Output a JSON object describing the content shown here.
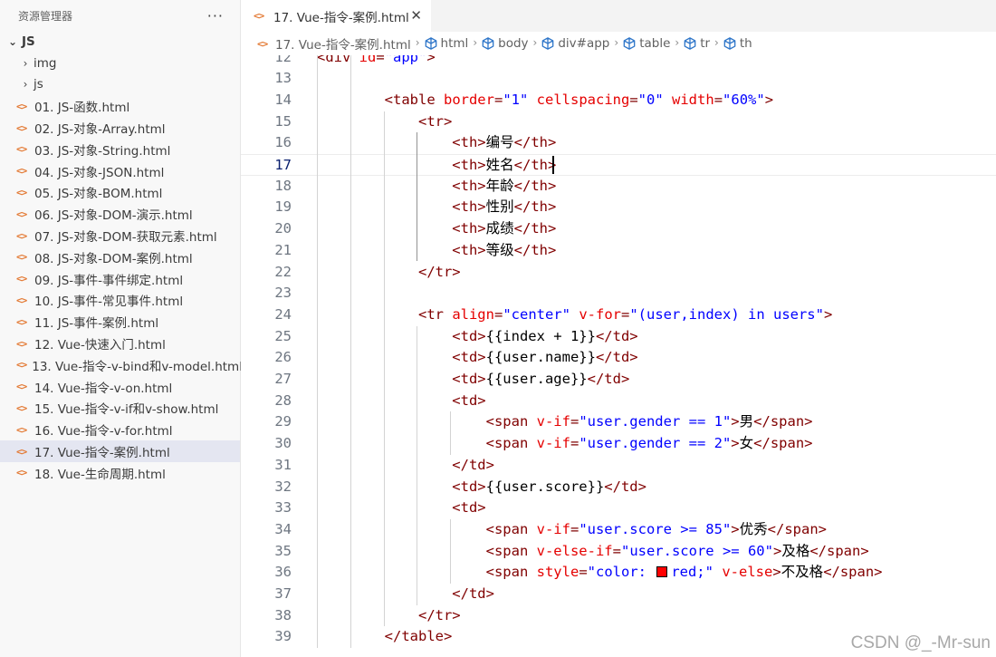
{
  "sidebar": {
    "title": "资源管理器",
    "more_label": "···",
    "root": {
      "chevron": "⌄",
      "label": "JS"
    },
    "folders": [
      {
        "chevron": "›",
        "label": "img"
      },
      {
        "chevron": "›",
        "label": "js"
      }
    ],
    "file_icon_glyph": "<>",
    "files": [
      "01. JS-函数.html",
      "02. JS-对象-Array.html",
      "03. JS-对象-String.html",
      "04. JS-对象-JSON.html",
      "05. JS-对象-BOM.html",
      "06. JS-对象-DOM-演示.html",
      "07. JS-对象-DOM-获取元素.html",
      "08. JS-对象-DOM-案例.html",
      "09. JS-事件-事件绑定.html",
      "10. JS-事件-常见事件.html",
      "11. JS-事件-案例.html",
      "12. Vue-快速入门.html",
      "13. Vue-指令-v-bind和v-model.html",
      "14. Vue-指令-v-on.html",
      "15. Vue-指令-v-if和v-show.html",
      "16. Vue-指令-v-for.html",
      "17. Vue-指令-案例.html",
      "18. Vue-生命周期.html"
    ],
    "selected_file": "17. Vue-指令-案例.html"
  },
  "tab": {
    "label": "17. Vue-指令-案例.html",
    "close": "✕"
  },
  "breadcrumb": {
    "separator": "›",
    "file": "17. Vue-指令-案例.html",
    "symbols": [
      "html",
      "body",
      "div#app",
      "table",
      "tr",
      "th"
    ]
  },
  "editor": {
    "current_line": 17,
    "lines": [
      {
        "n": 12,
        "tokens": [
          [
            "t-tag",
            "<div "
          ],
          [
            "t-attr",
            "id"
          ],
          [
            "t-tag",
            "="
          ],
          [
            "t-val",
            "\"app\""
          ],
          [
            "t-tag",
            ">"
          ]
        ]
      },
      {
        "n": 13,
        "tokens": []
      },
      {
        "n": 14,
        "tokens": [
          [
            "t-tag",
            "        <table "
          ],
          [
            "t-attr",
            "border"
          ],
          [
            "t-tag",
            "="
          ],
          [
            "t-val",
            "\"1\""
          ],
          [
            "t-tag",
            " "
          ],
          [
            "t-attr",
            "cellspacing"
          ],
          [
            "t-tag",
            "="
          ],
          [
            "t-val",
            "\"0\""
          ],
          [
            "t-tag",
            " "
          ],
          [
            "t-attr",
            "width"
          ],
          [
            "t-tag",
            "="
          ],
          [
            "t-val",
            "\"60%\""
          ],
          [
            "t-tag",
            ">"
          ]
        ]
      },
      {
        "n": 15,
        "tokens": [
          [
            "t-tag",
            "            <tr>"
          ]
        ]
      },
      {
        "n": 16,
        "tokens": [
          [
            "t-tag",
            "                <th>"
          ],
          [
            "t-txt",
            "编号"
          ],
          [
            "t-tag",
            "</th>"
          ]
        ]
      },
      {
        "n": 17,
        "tokens": [
          [
            "t-tag",
            "                <th>"
          ],
          [
            "t-txt",
            "姓名"
          ],
          [
            "t-tag",
            "</th>"
          ]
        ]
      },
      {
        "n": 18,
        "tokens": [
          [
            "t-tag",
            "                <th>"
          ],
          [
            "t-txt",
            "年龄"
          ],
          [
            "t-tag",
            "</th>"
          ]
        ]
      },
      {
        "n": 19,
        "tokens": [
          [
            "t-tag",
            "                <th>"
          ],
          [
            "t-txt",
            "性别"
          ],
          [
            "t-tag",
            "</th>"
          ]
        ]
      },
      {
        "n": 20,
        "tokens": [
          [
            "t-tag",
            "                <th>"
          ],
          [
            "t-txt",
            "成绩"
          ],
          [
            "t-tag",
            "</th>"
          ]
        ]
      },
      {
        "n": 21,
        "tokens": [
          [
            "t-tag",
            "                <th>"
          ],
          [
            "t-txt",
            "等级"
          ],
          [
            "t-tag",
            "</th>"
          ]
        ]
      },
      {
        "n": 22,
        "tokens": [
          [
            "t-tag",
            "            </tr>"
          ]
        ]
      },
      {
        "n": 23,
        "tokens": []
      },
      {
        "n": 24,
        "tokens": [
          [
            "t-tag",
            "            <tr "
          ],
          [
            "t-attr",
            "align"
          ],
          [
            "t-tag",
            "="
          ],
          [
            "t-val",
            "\"center\""
          ],
          [
            "t-tag",
            " "
          ],
          [
            "t-attr",
            "v-for"
          ],
          [
            "t-tag",
            "="
          ],
          [
            "t-val",
            "\"(user,index) in users\""
          ],
          [
            "t-tag",
            ">"
          ]
        ]
      },
      {
        "n": 25,
        "tokens": [
          [
            "t-tag",
            "                <td>"
          ],
          [
            "t-txt",
            "{{index + 1}}"
          ],
          [
            "t-tag",
            "</td>"
          ]
        ]
      },
      {
        "n": 26,
        "tokens": [
          [
            "t-tag",
            "                <td>"
          ],
          [
            "t-txt",
            "{{user.name}}"
          ],
          [
            "t-tag",
            "</td>"
          ]
        ]
      },
      {
        "n": 27,
        "tokens": [
          [
            "t-tag",
            "                <td>"
          ],
          [
            "t-txt",
            "{{user.age}}"
          ],
          [
            "t-tag",
            "</td>"
          ]
        ]
      },
      {
        "n": 28,
        "tokens": [
          [
            "t-tag",
            "                <td>"
          ]
        ]
      },
      {
        "n": 29,
        "tokens": [
          [
            "t-tag",
            "                    <span "
          ],
          [
            "t-attr",
            "v-if"
          ],
          [
            "t-tag",
            "="
          ],
          [
            "t-val",
            "\"user.gender == 1\""
          ],
          [
            "t-tag",
            ">"
          ],
          [
            "t-txt",
            "男"
          ],
          [
            "t-tag",
            "</span>"
          ]
        ]
      },
      {
        "n": 30,
        "tokens": [
          [
            "t-tag",
            "                    <span "
          ],
          [
            "t-attr",
            "v-if"
          ],
          [
            "t-tag",
            "="
          ],
          [
            "t-val",
            "\"user.gender == 2\""
          ],
          [
            "t-tag",
            ">"
          ],
          [
            "t-txt",
            "女"
          ],
          [
            "t-tag",
            "</span>"
          ]
        ]
      },
      {
        "n": 31,
        "tokens": [
          [
            "t-tag",
            "                </td>"
          ]
        ]
      },
      {
        "n": 32,
        "tokens": [
          [
            "t-tag",
            "                <td>"
          ],
          [
            "t-txt",
            "{{user.score}}"
          ],
          [
            "t-tag",
            "</td>"
          ]
        ]
      },
      {
        "n": 33,
        "tokens": [
          [
            "t-tag",
            "                <td>"
          ]
        ]
      },
      {
        "n": 34,
        "tokens": [
          [
            "t-tag",
            "                    <span "
          ],
          [
            "t-attr",
            "v-if"
          ],
          [
            "t-tag",
            "="
          ],
          [
            "t-val",
            "\"user.score >= 85\""
          ],
          [
            "t-tag",
            ">"
          ],
          [
            "t-txt",
            "优秀"
          ],
          [
            "t-tag",
            "</span>"
          ]
        ]
      },
      {
        "n": 35,
        "tokens": [
          [
            "t-tag",
            "                    <span "
          ],
          [
            "t-attr",
            "v-else-if"
          ],
          [
            "t-tag",
            "="
          ],
          [
            "t-val",
            "\"user.score >= 60\""
          ],
          [
            "t-tag",
            ">"
          ],
          [
            "t-txt",
            "及格"
          ],
          [
            "t-tag",
            "</span>"
          ]
        ]
      },
      {
        "n": 36,
        "tokens": [
          [
            "t-tag",
            "                    <span "
          ],
          [
            "t-attr",
            "style"
          ],
          [
            "t-tag",
            "="
          ],
          [
            "t-val",
            "\"color: "
          ],
          [
            "swatch",
            ""
          ],
          [
            "t-val",
            "red;\""
          ],
          [
            "t-tag",
            " "
          ],
          [
            "t-attr",
            "v-else"
          ],
          [
            "t-tag",
            ">"
          ],
          [
            "t-txt",
            "不及格"
          ],
          [
            "t-tag",
            "</span>"
          ]
        ]
      },
      {
        "n": 37,
        "tokens": [
          [
            "t-tag",
            "                </td>"
          ]
        ]
      },
      {
        "n": 38,
        "tokens": [
          [
            "t-tag",
            "            </tr>"
          ]
        ]
      },
      {
        "n": 39,
        "tokens": [
          [
            "t-tag",
            "        </table>"
          ]
        ]
      }
    ]
  },
  "colors": {
    "tag": "#800000",
    "attribute": "#e50000",
    "value": "#0000ff",
    "text": "#000000",
    "swatch": "#ff0000",
    "selection": "#e4e6f1"
  },
  "watermark": "CSDN @_-Mr-sun"
}
